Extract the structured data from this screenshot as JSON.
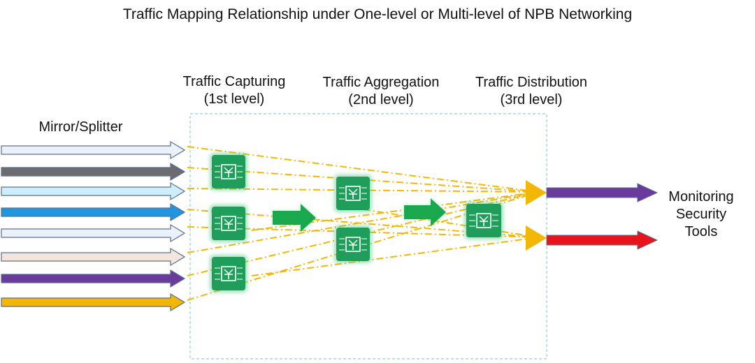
{
  "title": "Traffic Mapping Relationship under One-level or Multi-level of NPB Networking",
  "stages": [
    {
      "line1": "Traffic Capturing",
      "line2": "(1st level)"
    },
    {
      "line1": "Traffic Aggregation",
      "line2": "(2nd level)"
    },
    {
      "line1": "Traffic Distribution",
      "line2": "(3rd level)"
    }
  ],
  "source_label": "Mirror/Splitter",
  "tools_label": [
    "Monitoring",
    "Security",
    "Tools"
  ],
  "colors": {
    "input_arrows": [
      "#ecf2fb",
      "#6c6c70",
      "#cdeefb",
      "#2196de",
      "#ecf2fb",
      "#f4e6dc",
      "#6a3a9c",
      "#f2b705"
    ],
    "output_arrows": [
      "#6a3a9c",
      "#e8141c"
    ],
    "dash_lines": "#f2b705",
    "device": "#1f9e5b",
    "flow_arrow": "#1aa84e",
    "box_border": "#8fd1c8"
  },
  "icons": [
    "npb-device-icon",
    "flow-arrow-icon",
    "input-traffic-arrow",
    "output-traffic-arrow",
    "convergence-arrowhead-icon"
  ]
}
